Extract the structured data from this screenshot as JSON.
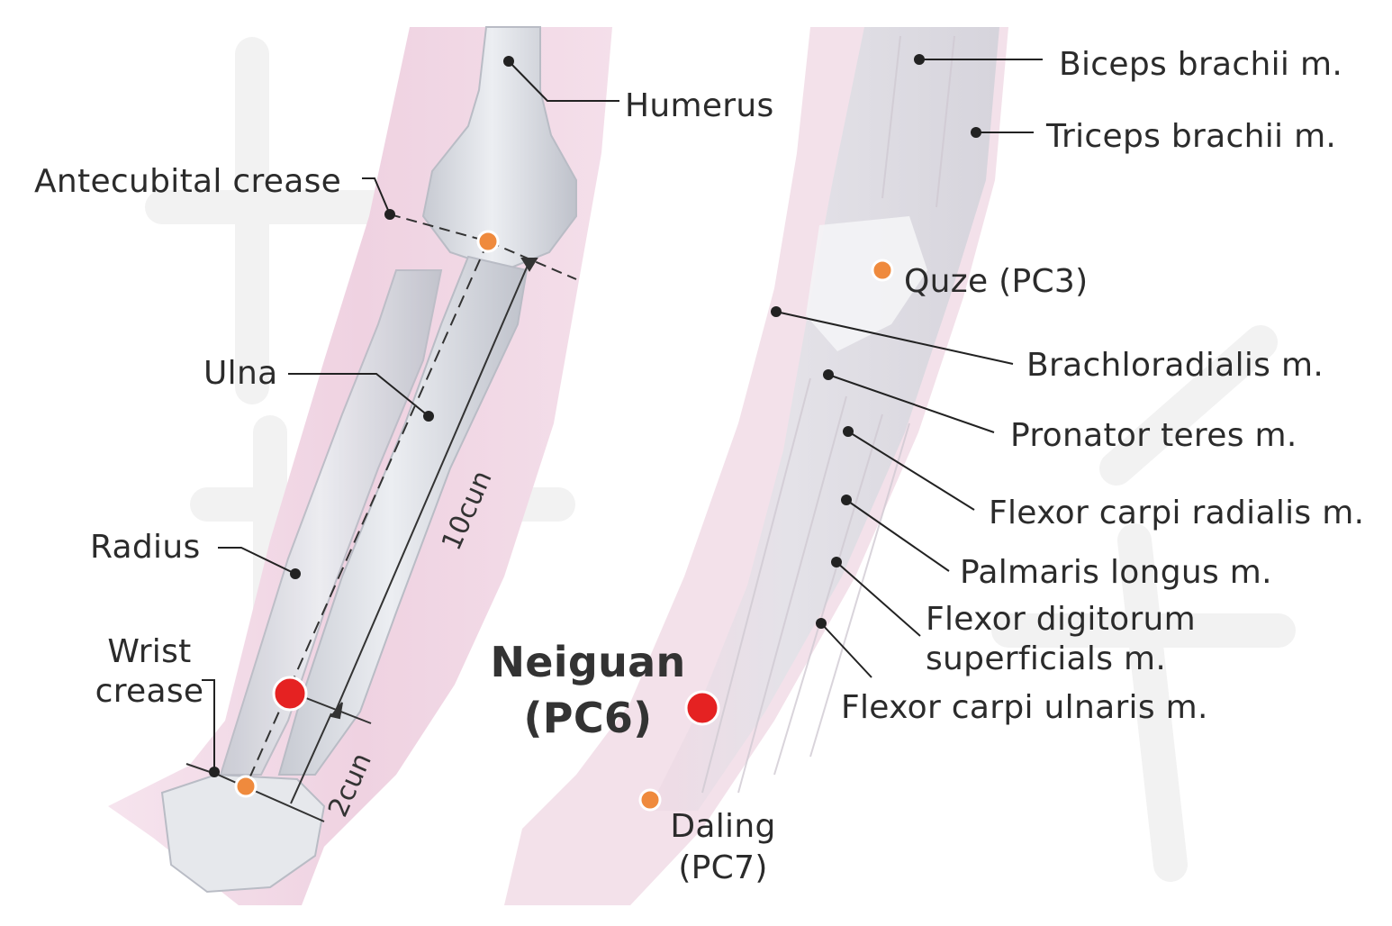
{
  "labels": {
    "humerus": "Humerus",
    "antecubital": "Antecubital crease",
    "ulna": "Ulna",
    "radius": "Radius",
    "wrist_l1": "Wrist",
    "wrist_l2": "crease",
    "biceps": "Biceps brachii m.",
    "triceps": "Triceps brachii m.",
    "quze": "Quze (PC3)",
    "brachioradialis": "Brachloradialis m.",
    "pronator": "Pronator teres m.",
    "fcr": "Flexor carpi radialis m.",
    "palmaris": "Palmaris longus m.",
    "fds_l1": "Flexor digitorum",
    "fds_l2": "superficials m.",
    "fcu": "Flexor carpi ulnaris m.",
    "neiguan_l1": "Neiguan",
    "neiguan_l2": "(PC6)",
    "daling_l1": "Daling",
    "daling_l2": "(PC7)"
  },
  "measurements": {
    "upper": "10cun",
    "lower": "2cun"
  },
  "colors": {
    "acupoint_major": "#e52222",
    "acupoint_minor": "#ef8a3d",
    "skin": "#f1d8e4",
    "bone": "#d9dbe1",
    "muscle": "#e6e0e6",
    "leader": "#222222"
  }
}
